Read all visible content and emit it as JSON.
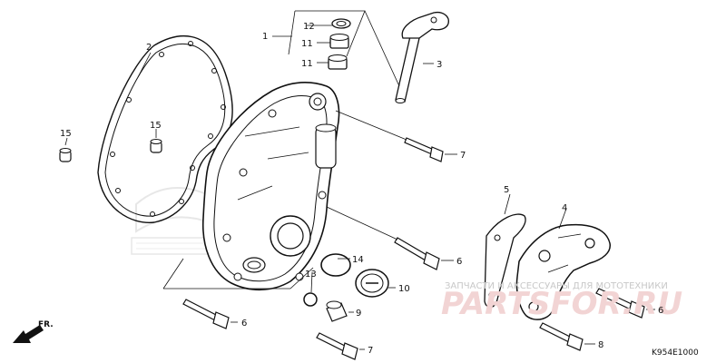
{
  "diagram": {
    "callouts": [
      {
        "id": "c1",
        "text": "1"
      },
      {
        "id": "c2",
        "text": "2"
      },
      {
        "id": "c3",
        "text": "3"
      },
      {
        "id": "c4",
        "text": "4"
      },
      {
        "id": "c5",
        "text": "5"
      },
      {
        "id": "c6a",
        "text": "6"
      },
      {
        "id": "c6b",
        "text": "6"
      },
      {
        "id": "c6c",
        "text": "6"
      },
      {
        "id": "c7a",
        "text": "7"
      },
      {
        "id": "c7b",
        "text": "7"
      },
      {
        "id": "c8",
        "text": "8"
      },
      {
        "id": "c9",
        "text": "9"
      },
      {
        "id": "c10",
        "text": "10"
      },
      {
        "id": "c11a",
        "text": "11"
      },
      {
        "id": "c11b",
        "text": "11"
      },
      {
        "id": "c12",
        "text": "12"
      },
      {
        "id": "c13",
        "text": "13"
      },
      {
        "id": "c14",
        "text": "14"
      },
      {
        "id": "c15a",
        "text": "15"
      },
      {
        "id": "c15b",
        "text": "15"
      }
    ],
    "direction_label": "FR.",
    "diagram_code": "K954E1000"
  },
  "watermark": {
    "caption": "ЗАПЧАСТИ И АКСЕССУАРЫ ДЛЯ МОТОТЕХНИКИ",
    "logo": "PARTSFOR.RU"
  },
  "colors": {
    "line": "#111111",
    "watermark_red": "#f2d4d4",
    "watermark_gray": "#c8c8c8"
  }
}
